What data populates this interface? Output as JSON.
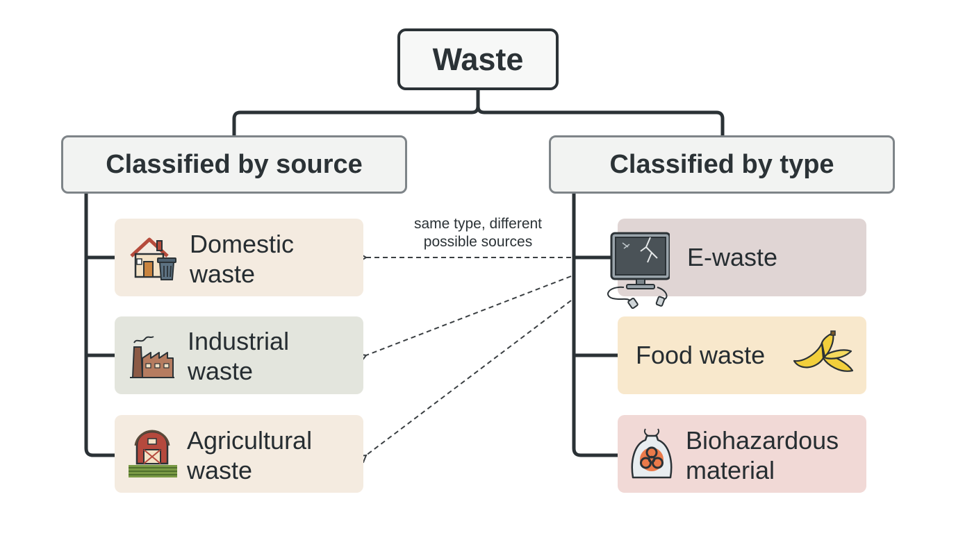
{
  "root": {
    "label": "Waste"
  },
  "categories": [
    {
      "label": "Classified by source",
      "items": [
        {
          "label_line1": "Domestic",
          "label_line2": "waste",
          "icon": "house-with-trash-bin-icon",
          "color": "#f4ebe0"
        },
        {
          "label_line1": "Industrial",
          "label_line2": "waste",
          "icon": "factory-icon",
          "color": "#e3e5dd"
        },
        {
          "label_line1": "Agricultural",
          "label_line2": "waste",
          "icon": "barn-field-icon",
          "color": "#f4ebe0"
        }
      ]
    },
    {
      "label": "Classified by type",
      "items": [
        {
          "label_line1": "E-waste",
          "label_line2": "",
          "icon": "broken-computer-icon",
          "color": "#e0d5d4"
        },
        {
          "label_line1": "Food waste",
          "label_line2": "",
          "icon": "banana-peel-icon",
          "color": "#f8e8cc"
        },
        {
          "label_line1": "Biohazardous",
          "label_line2": "material",
          "icon": "biohazard-bag-icon",
          "color": "#f1d9d6"
        }
      ]
    }
  ],
  "annotation": {
    "line1": "same type, different",
    "line2": "possible sources"
  },
  "colors": {
    "line": "#2b3236",
    "category_border": "#7e8488",
    "dashed_arrow": "#3a3f42"
  }
}
